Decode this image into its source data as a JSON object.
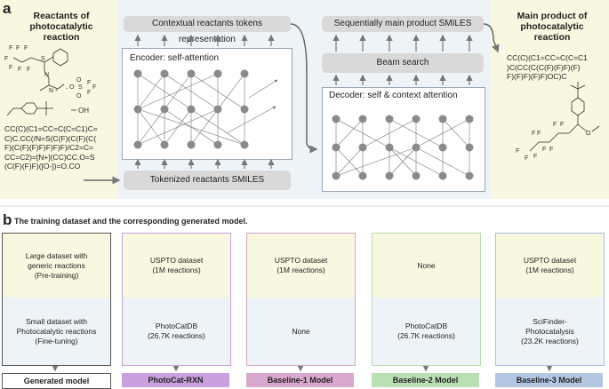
{
  "panel_a": {
    "label": "a",
    "reactants_title": "Reactants of photocatalytic reaction",
    "reactant_smiles_lines": [
      "CC(C)(C1=CC=C(C=C1)C=",
      "C)C.CC(/N=S(C(F)(C(F)(C(",
      "F)(C(F)(F)F)F)F)F)/C2=C=",
      "CC=C2)=[N+](CC)CC.O=S",
      "(C(F)(F)F)([O-])=O.CO"
    ],
    "oh_label": "OH",
    "encoder_output_label": "Contextual reactants tokens representation",
    "encoder_label": "Encoder: self-attention",
    "tokenized_label": "Tokenized reactants SMILES",
    "decoder_output_label": "Sequentially main product SMILES",
    "beam_search_label": "Beam search",
    "decoder_label": "Decoder: self & context attention",
    "product_title": "Main product of photocatalytic reaction",
    "product_smiles_lines": [
      "CC(C)(C1=CC=C(C=C1",
      ")C(CC(C(C(F)(F)F)(F)",
      "F)(F)F)(F)F)OC)C"
    ],
    "product_ome_label": "O"
  },
  "panel_b": {
    "label": "b",
    "title": "The training dataset and the corresponding generated model.",
    "columns": [
      {
        "top": "Large dataset with\ngeneric reactions\n(Pre-training)",
        "bottom": "Small dataset with\nPhotocatalytic reactions\n(Fine-tuning)",
        "model": "Generated model",
        "border": "#555555",
        "model_bg": "#ffffff"
      },
      {
        "top": "USPTO dataset\n(1M reactions)",
        "bottom": "PhotoCatDB\n(26.7K reactions)",
        "model": "PhotoCat-RXN",
        "border": "#c9a0dc",
        "model_bg": "#c9a0dc"
      },
      {
        "top": "USPTO dataset\n(1M reactions)",
        "bottom": "None",
        "model": "Baseline-1 Model",
        "border": "#d4a6c8",
        "model_bg": "#d9a8cf"
      },
      {
        "top": "None",
        "bottom": "PhotoCatDB\n(26.7K reactions)",
        "model": "Baseline-2 Model",
        "border": "#b6dcb0",
        "model_bg": "#b9e0b2"
      },
      {
        "top": "USPTO dataset\n(1M reactions)",
        "bottom": "SciFinder-\nPhotocatalysis\n(23.2K reactions)",
        "model": "Baseline-3 Model",
        "border": "#a9bedb",
        "model_bg": "#b3c7e2"
      }
    ]
  },
  "colors": {
    "yellow_panel": "#f8f8e0",
    "blue_panel": "#eef3f8",
    "grey_box": "#d9d9d9",
    "node": "#888888"
  }
}
